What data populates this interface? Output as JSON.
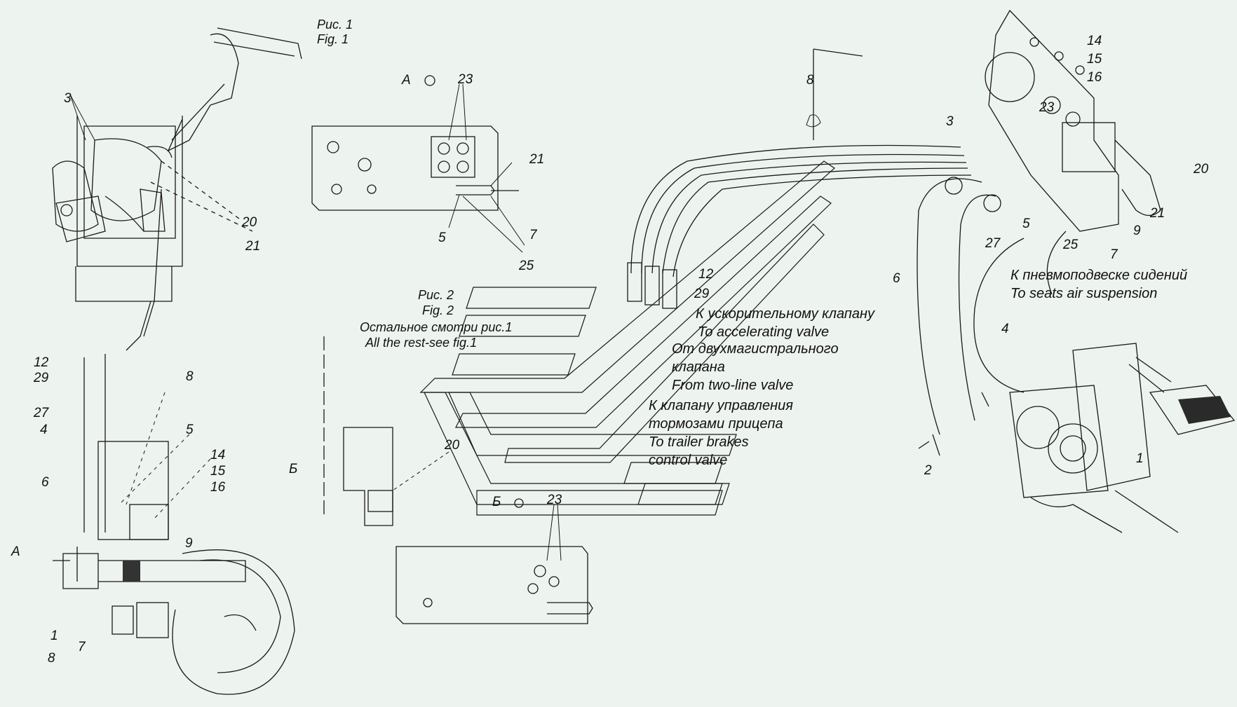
{
  "captions": {
    "fig1_ru": "Рис. 1",
    "fig1_en": "Fig. 1",
    "fig2_ru": "Рис. 2",
    "fig2_en": "Fig. 2",
    "rest_ru": "Остальное смотри рис.1",
    "rest_en": "All the rest-see fig.1"
  },
  "views": {
    "a": "А",
    "b": "Б"
  },
  "annotations": {
    "seats_ru": "К пневмоподвеске сидений",
    "seats_en": "To seats air suspension",
    "accel_ru": "К ускорительному клапану",
    "accel_en": "To accelerating valve",
    "twoline_ru1": "От двухмагистрального",
    "twoline_ru2": "клапана",
    "twoline_en": "From two-line valve",
    "trailer_ru1": "К клапану управления",
    "trailer_ru2": "тормозами прицепа",
    "trailer_en1": "To trailer brakes",
    "trailer_en2": "control valve"
  },
  "callouts": {
    "n1": "1",
    "n2": "2",
    "n3": "3",
    "n4": "4",
    "n5": "5",
    "n6": "6",
    "n7": "7",
    "n8": "8",
    "n9": "9",
    "n12": "12",
    "n14": "14",
    "n15": "15",
    "n16": "16",
    "n20": "20",
    "n21": "21",
    "n23": "23",
    "n25": "25",
    "n27": "27",
    "n29": "29"
  }
}
